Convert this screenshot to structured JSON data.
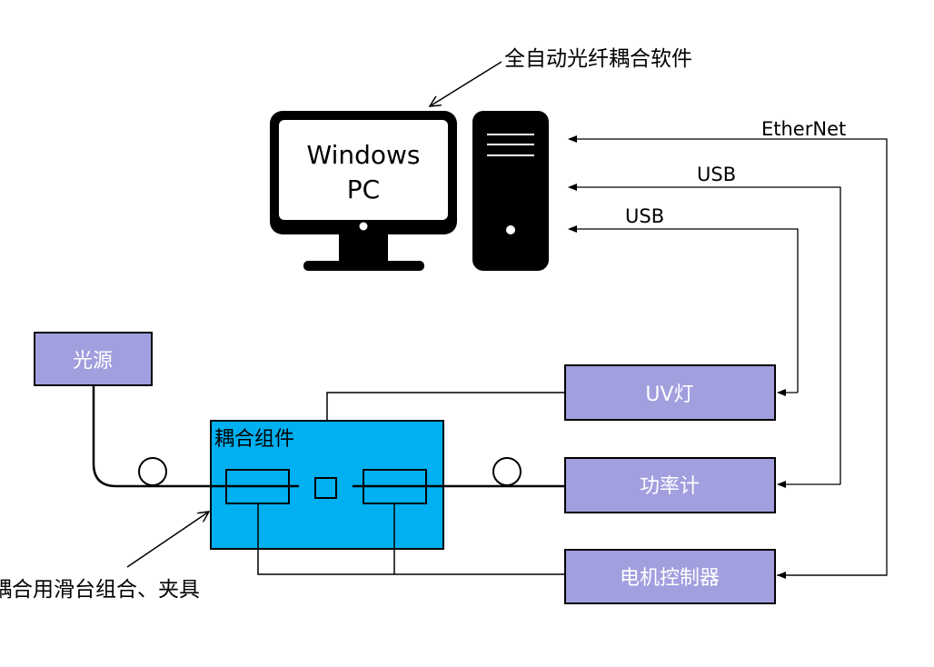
{
  "software_label": "全自动光纤耦合软件",
  "pc": {
    "line1": "Windows",
    "line2": "PC"
  },
  "links": {
    "ethernet": "EtherNet",
    "usb1": "USB",
    "usb2": "USB"
  },
  "boxes": {
    "light_source": "光源",
    "uv_lamp": "UV灯",
    "power_meter": "功率计",
    "motor_controller": "电机控制器",
    "coupling_assembly": "耦合组件"
  },
  "stage_label": "耦合用滑台组合、夹具",
  "colors": {
    "device_box": "#a29fdf",
    "coupling_box": "#00b0f0",
    "line": "#000000"
  }
}
